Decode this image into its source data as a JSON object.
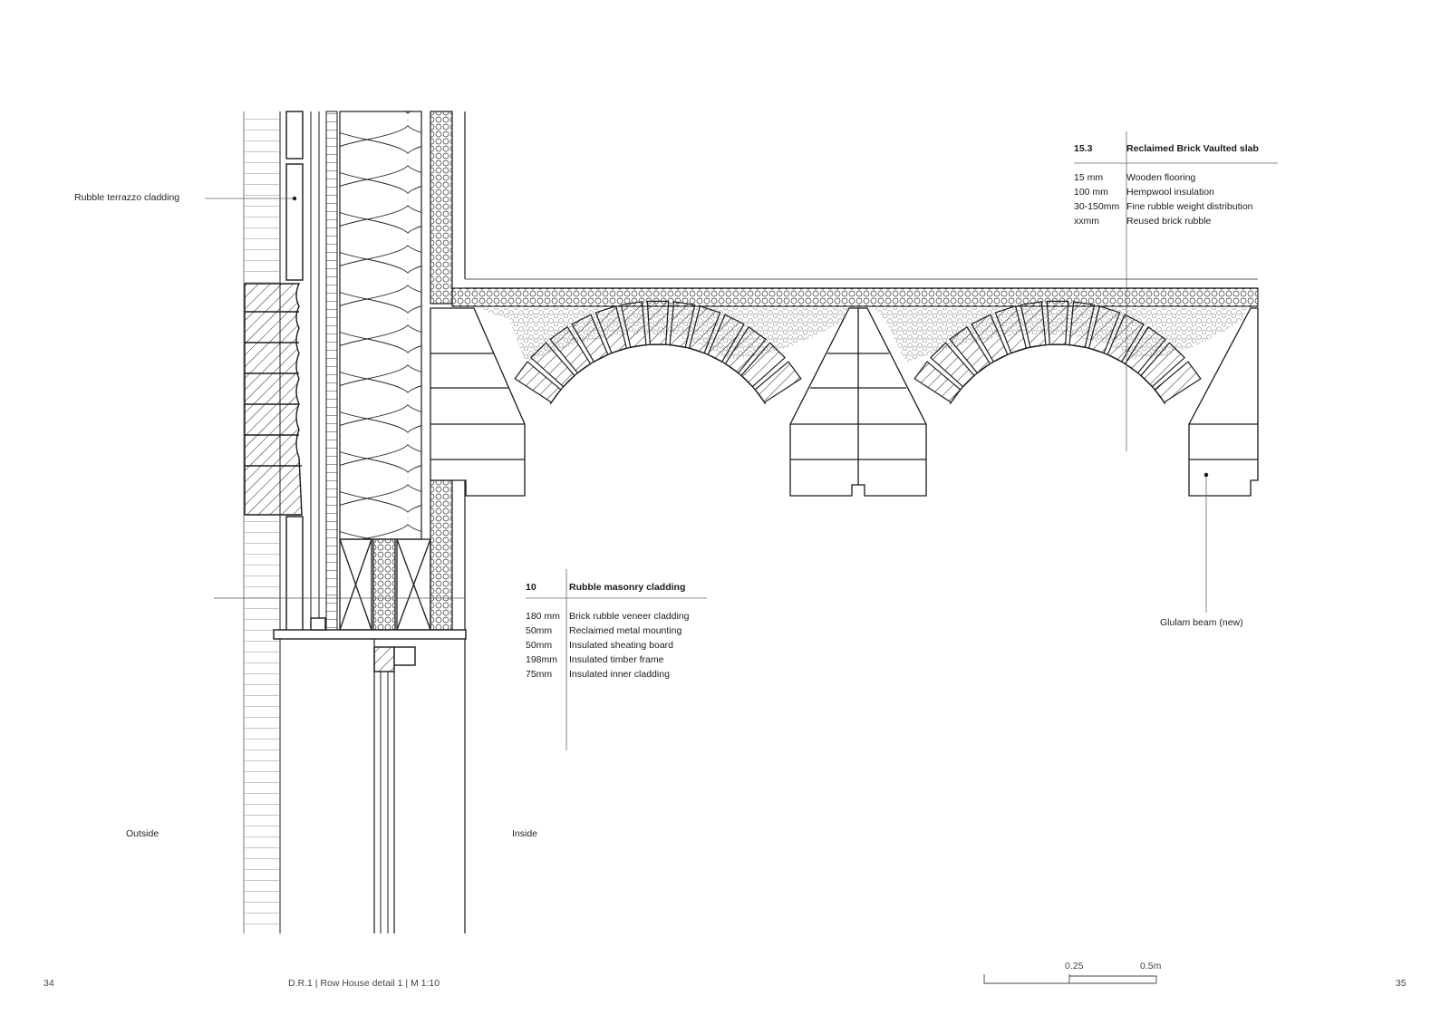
{
  "labels": {
    "terrazzo": "Rubble terrazzo cladding",
    "outside": "Outside",
    "inside": "Inside",
    "glulam": "Glulam beam (new)"
  },
  "spec_wall": {
    "code": "10",
    "title": "Rubble masonry cladding",
    "rows": [
      {
        "thickness": "180 mm",
        "layer": "Brick rubble veneer cladding"
      },
      {
        "thickness": "50mm",
        "layer": "Reclaimed metal mounting"
      },
      {
        "thickness": "50mm",
        "layer": "Insulated sheating board"
      },
      {
        "thickness": "198mm",
        "layer": "Insulated timber frame"
      },
      {
        "thickness": "75mm",
        "layer": "Insulated inner cladding"
      }
    ]
  },
  "spec_slab": {
    "code": "15.3",
    "title": "Reclaimed Brick Vaulted slab",
    "rows": [
      {
        "thickness": "15 mm",
        "layer": "Wooden flooring"
      },
      {
        "thickness": "100 mm",
        "layer": "Hempwool insulation"
      },
      {
        "thickness": "30-150mm",
        "layer": "Fine rubble weight distribution"
      },
      {
        "thickness": "xxmm",
        "layer": "Reused brick rubble"
      }
    ]
  },
  "footer": {
    "page_left": "34",
    "caption": "D.R.1 | Row House detail 1 | M 1:10",
    "page_right": "35",
    "scale_tick_1": "0.25",
    "scale_tick_2": "0.5m"
  },
  "colors": {
    "line": "#1a1a1a",
    "thin": "#555555",
    "paper": "#ffffff"
  }
}
